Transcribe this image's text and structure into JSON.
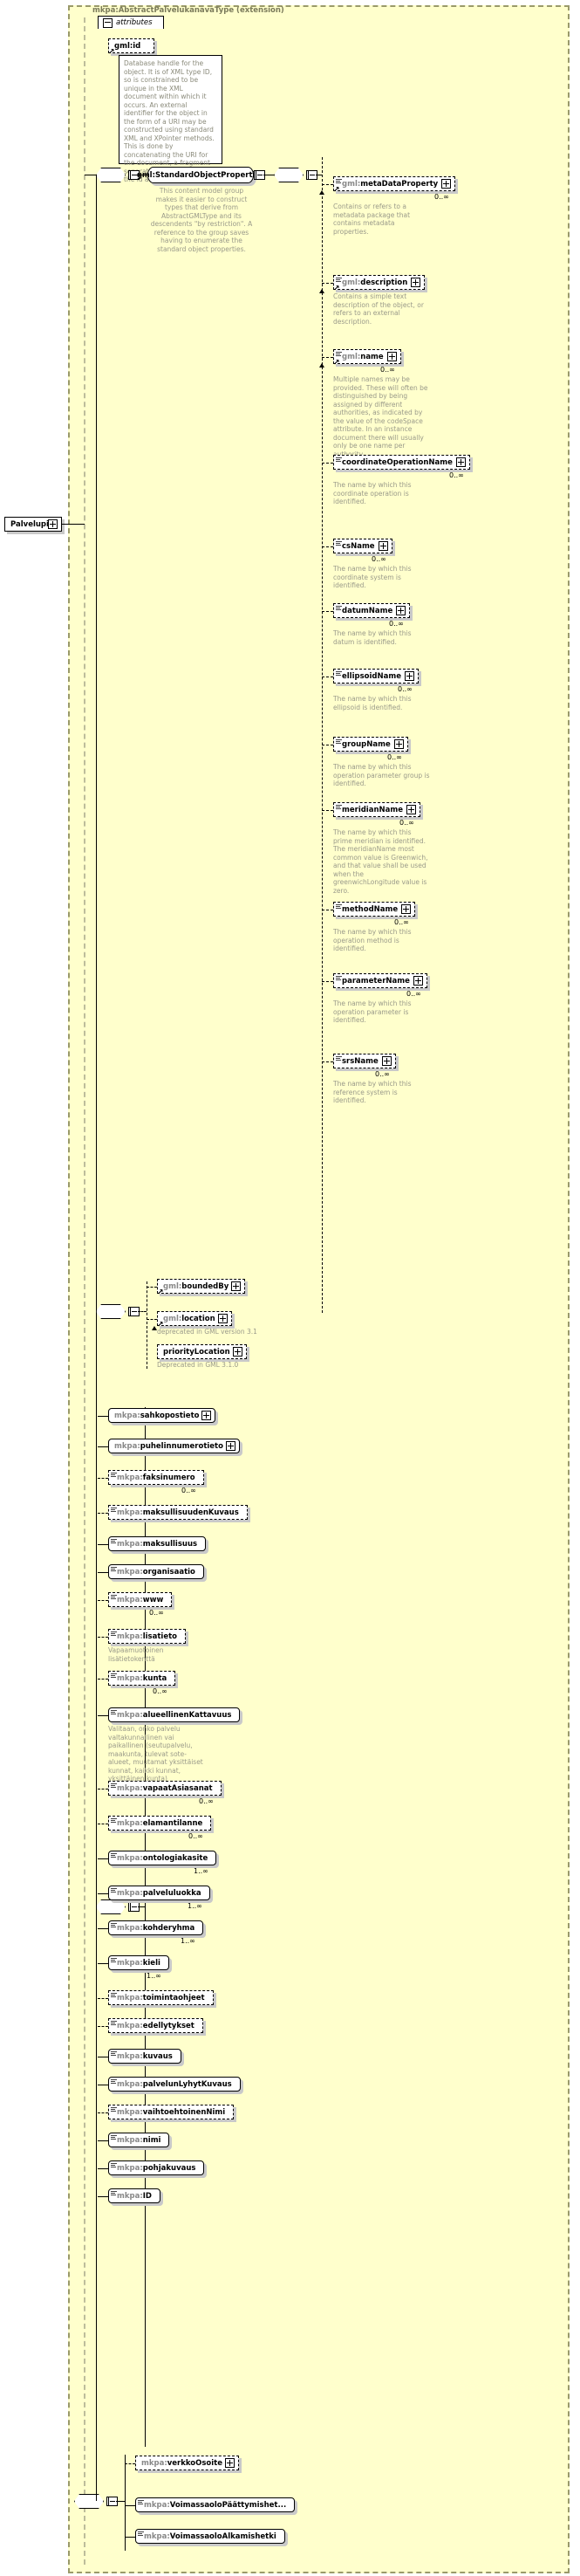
{
  "diagram": {
    "title": "mkpa:AbstractPalvelukanavaType (extension)",
    "title_suffix": "(extension)",
    "root_element": "PalvelupisteType",
    "attributes_label": "attributes",
    "attribute": {
      "name": "gml:id",
      "doc": "Database handle for the object.  It is of XML type ID, so is constrained to be unique in the XML document within which it occurs.  An external identifier for the object in the form of a URI may be constructed using standard XML and XPointer methods.  This is done by concatenating the URI for the document, a fragment separator, and the value of the id attribute."
    },
    "group": {
      "name": "gml:StandardObjectProperties",
      "doc": "This content model group makes it easier to construct types that       derive from AbstractGMLType and its descendents \"by restriction\".       A reference to the group saves having to enumerate the standard object properties."
    },
    "group_members": [
      {
        "name": "gml:metaDataProperty",
        "card": "0..∞",
        "doc": "Contains or refers to a metadata package that contains metadata properties.",
        "style": "dashed",
        "plus": true,
        "docicon": true,
        "ref": true
      },
      {
        "name": "gml:description",
        "card": "",
        "doc": "Contains a simple text description of the object, or refers to an external description.",
        "style": "dashed",
        "plus": true,
        "docicon": true,
        "ref": true
      },
      {
        "name": "gml:name",
        "card": "0..∞",
        "doc": "Multiple names may be provided.  These will often be distinguished by being assigned by different authorities, as indicated by the value of the codeSpace attribute.  In an instance document there will usually only be one name per authority.",
        "style": "dashed",
        "plus": true,
        "docicon": true,
        "ref": true
      },
      {
        "name": "coordinateOperationName",
        "card": "0..∞",
        "doc": "The name by which this coordinate operation is identified.",
        "style": "dashed",
        "plus": true,
        "docicon": true,
        "ref": false
      },
      {
        "name": "csName",
        "card": "0..∞",
        "doc": "The name by which this coordinate system is identified.",
        "style": "dashed",
        "plus": true,
        "docicon": true,
        "ref": false
      },
      {
        "name": "datumName",
        "card": "0..∞",
        "doc": "The name by which this datum is identified.",
        "style": "dashed",
        "plus": true,
        "docicon": true,
        "ref": false
      },
      {
        "name": "ellipsoidName",
        "card": "0..∞",
        "doc": "The name by which this ellipsoid is identified.",
        "style": "dashed",
        "plus": true,
        "docicon": true,
        "ref": false
      },
      {
        "name": "groupName",
        "card": "0..∞",
        "doc": "The name by which this operation parameter group is identified.",
        "style": "dashed",
        "plus": true,
        "docicon": true,
        "ref": false
      },
      {
        "name": "meridianName",
        "card": "0..∞",
        "doc": "The name by which this prime meridian is identified.  The meridianName most common value is Greenwich, and that value shall be used when the greenwichLongitude value is zero.",
        "style": "dashed",
        "plus": true,
        "docicon": true,
        "ref": false
      },
      {
        "name": "methodName",
        "card": "0..∞",
        "doc": "The name by which this operation method is identified.",
        "style": "dashed",
        "plus": true,
        "docicon": true,
        "ref": false
      },
      {
        "name": "parameterName",
        "card": "0..∞",
        "doc": "The name by which this operation parameter is identified.",
        "style": "dashed",
        "plus": true,
        "docicon": true,
        "ref": false
      },
      {
        "name": "srsName",
        "card": "0..∞",
        "doc": "The name by which this reference system is identified.",
        "style": "dashed",
        "plus": true,
        "docicon": true,
        "ref": false
      }
    ],
    "gml_props": [
      {
        "name": "gml:boundedBy",
        "card": "",
        "doc": "",
        "style": "dashed",
        "plus": true,
        "docicon": false,
        "ref": true
      },
      {
        "name": "gml:location",
        "card": "",
        "doc": "deprecated in GML version 3.1",
        "style": "dashed",
        "plus": true,
        "docicon": false,
        "ref": true
      },
      {
        "name": "priorityLocation",
        "card": "",
        "doc": "Deprecated in GML 3.1.0",
        "style": "dashed",
        "plus": true,
        "docicon": false,
        "ref": false
      }
    ],
    "mkpa_elements": [
      {
        "name": "mkpa:sahkopostieto",
        "card": "",
        "doc": "",
        "style": "solid",
        "plus": true,
        "docicon": false
      },
      {
        "name": "mkpa:puhelinnumerotieto",
        "card": "",
        "doc": "",
        "style": "solid",
        "plus": true,
        "docicon": false
      },
      {
        "name": "mkpa:faksinumero",
        "card": "0..∞",
        "doc": "",
        "style": "dashed",
        "plus": false,
        "docicon": true
      },
      {
        "name": "mkpa:maksullisuudenKuvaus",
        "card": "",
        "doc": "",
        "style": "dashed",
        "plus": false,
        "docicon": true
      },
      {
        "name": "mkpa:maksullisuus",
        "card": "",
        "doc": "",
        "style": "solid",
        "plus": false,
        "docicon": true
      },
      {
        "name": "mkpa:organisaatio",
        "card": "",
        "doc": "",
        "style": "solid",
        "plus": false,
        "docicon": true
      },
      {
        "name": "mkpa:www",
        "card": "0..∞",
        "doc": "",
        "style": "dashed",
        "plus": false,
        "docicon": true
      },
      {
        "name": "mkpa:lisatieto",
        "card": "",
        "doc": "Vapaamuotoinen lisätietokenttä",
        "style": "dashed",
        "plus": false,
        "docicon": true
      },
      {
        "name": "mkpa:kunta",
        "card": "0..∞",
        "doc": "",
        "style": "dashed",
        "plus": false,
        "docicon": true
      },
      {
        "name": "mkpa:alueellinenKattavuus",
        "card": "",
        "doc": "Valitaan, onko palvelu valtakunnallinen vai paikallinen (seutupalvelu, maakunta, tulevat sote-alueet, muutamat yksittäiset kunnat, kaikki kunnat, yksittäinen kunta)",
        "style": "solid",
        "plus": false,
        "docicon": true
      },
      {
        "name": "mkpa:vapaatAsiasanat",
        "card": "0..∞",
        "doc": "",
        "style": "dashed",
        "plus": false,
        "docicon": true
      },
      {
        "name": "mkpa:elamantilanne",
        "card": "0..∞",
        "doc": "",
        "style": "dashed",
        "plus": false,
        "docicon": true
      },
      {
        "name": "mkpa:ontologiakasite",
        "card": "1..∞",
        "doc": "",
        "style": "solid",
        "plus": false,
        "docicon": true
      },
      {
        "name": "mkpa:palveluluokka",
        "card": "1..∞",
        "doc": "",
        "style": "solid",
        "plus": false,
        "docicon": true
      },
      {
        "name": "mkpa:kohderyhma",
        "card": "1..∞",
        "doc": "",
        "style": "solid",
        "plus": false,
        "docicon": true
      },
      {
        "name": "mkpa:kieli",
        "card": "1..∞",
        "doc": "",
        "style": "solid",
        "plus": false,
        "docicon": true
      },
      {
        "name": "mkpa:toimintaohjeet",
        "card": "",
        "doc": "",
        "style": "dashed",
        "plus": false,
        "docicon": true
      },
      {
        "name": "mkpa:edellytykset",
        "card": "",
        "doc": "",
        "style": "dashed",
        "plus": false,
        "docicon": true
      },
      {
        "name": "mkpa:kuvaus",
        "card": "",
        "doc": "",
        "style": "solid",
        "plus": false,
        "docicon": true
      },
      {
        "name": "mkpa:palvelunLyhytKuvaus",
        "card": "",
        "doc": "",
        "style": "solid",
        "plus": false,
        "docicon": true
      },
      {
        "name": "mkpa:vaihtoehtoinenNimi",
        "card": "",
        "doc": "",
        "style": "dashed",
        "plus": false,
        "docicon": true
      },
      {
        "name": "mkpa:nimi",
        "card": "",
        "doc": "",
        "style": "solid",
        "plus": false,
        "docicon": true
      },
      {
        "name": "mkpa:pohjakuvaus",
        "card": "",
        "doc": "",
        "style": "solid",
        "plus": false,
        "docicon": true
      },
      {
        "name": "mkpa:ID",
        "card": "",
        "doc": "",
        "style": "solid",
        "plus": false,
        "docicon": true
      }
    ],
    "bottom_elements": [
      {
        "name": "mkpa:verkkoOsoite",
        "card": "",
        "doc": "",
        "style": "dashed",
        "plus": true,
        "docicon": false
      },
      {
        "name": "mkpa:VoimassaoloPäättymishet...",
        "card": "",
        "doc": "",
        "style": "solid",
        "plus": false,
        "docicon": true
      },
      {
        "name": "mkpa:VoimassaoloAlkamishetki",
        "card": "",
        "doc": "",
        "style": "solid",
        "plus": false,
        "docicon": true
      }
    ]
  }
}
